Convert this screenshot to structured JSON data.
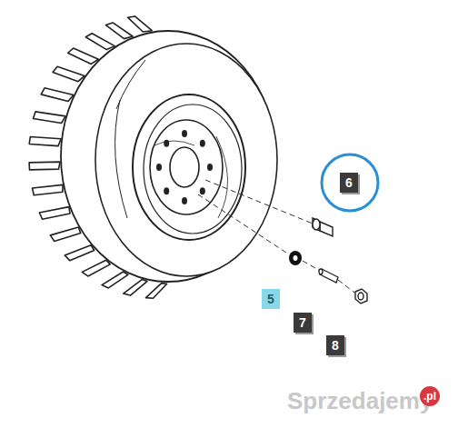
{
  "diagram": {
    "labels": [
      "6",
      "5",
      "7",
      "8",
      "Sprzedajemy",
      ".pl"
    ]
  }
}
